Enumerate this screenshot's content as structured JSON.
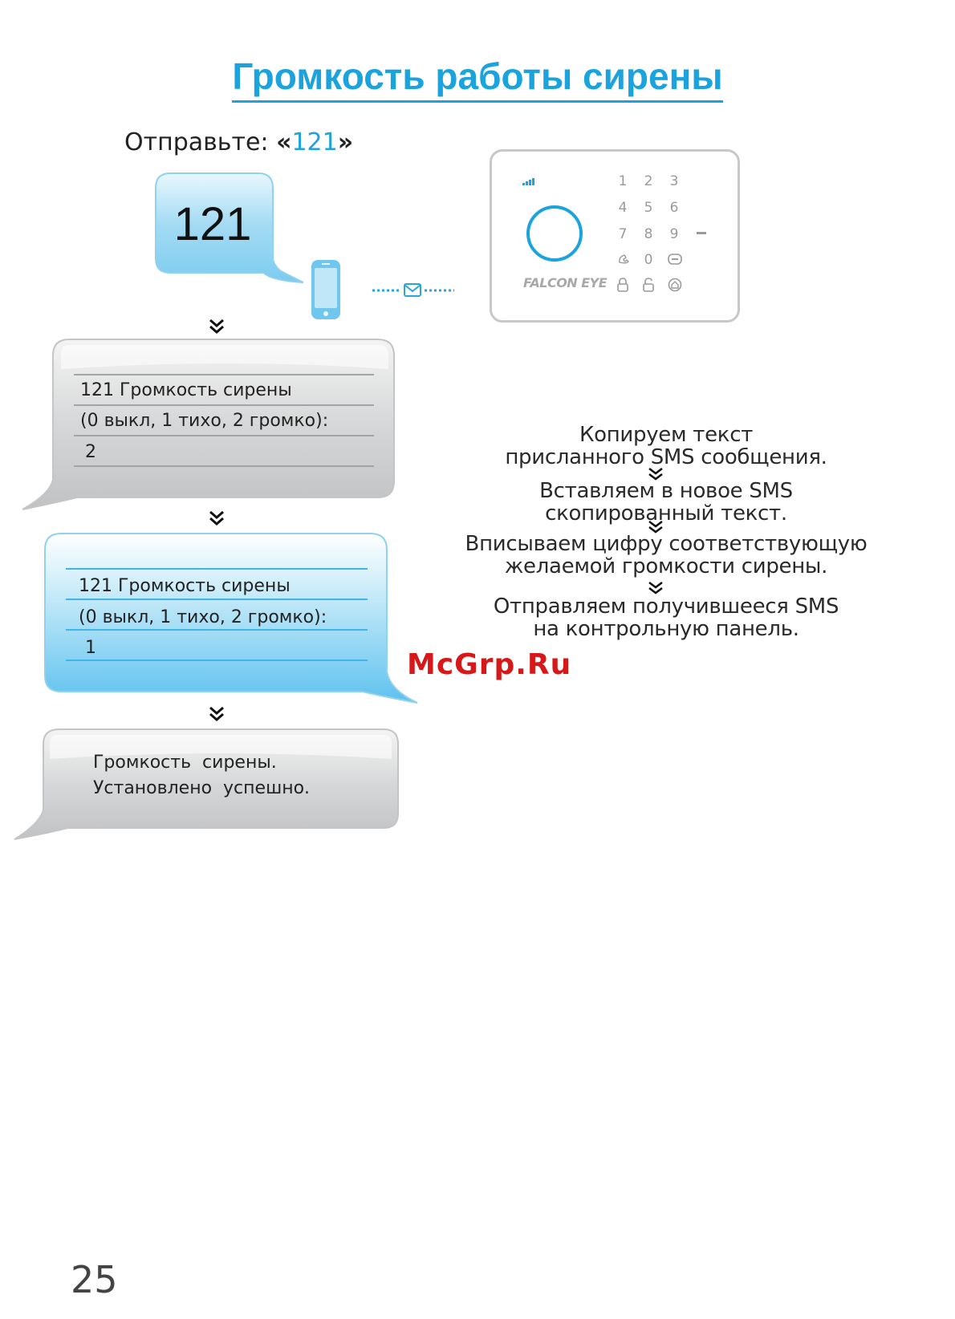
{
  "title": "Громкость работы сирены",
  "send": {
    "prefix": "Отправьте:",
    "open_quote": "«",
    "code": "121",
    "close_quote": "»"
  },
  "sms_bubble": {
    "text": "121"
  },
  "panel": {
    "brand": "FALCON EYE",
    "keys": [
      "1",
      "2",
      "3",
      "4",
      "5",
      "6",
      "7",
      "8",
      "9",
      "0"
    ],
    "icons": [
      "signal-icon",
      "ring-icon",
      "phone-icon",
      "sos-icon",
      "lock-icon",
      "unlock-icon",
      "home-icon",
      "dash-icon",
      "envelope-icon"
    ]
  },
  "reply_bubble": {
    "line1": "121 Громкость сирены",
    "line2": "(0 выкл, 1 тихо, 2 громко):",
    "line3": "2"
  },
  "edit_bubble": {
    "line1": "121 Громкость сирены",
    "line2": "(0 выкл, 1 тихо, 2 громко):",
    "line3": "1"
  },
  "confirm_bubble": {
    "line1": "Громкость  сирены.",
    "line2": "Установлено  успешно."
  },
  "instructions": [
    {
      "l1": "Копируем текст",
      "l2": "присланного SMS сообщения."
    },
    {
      "l1": "Вставляем в новое SMS",
      "l2": "скопированный текст."
    },
    {
      "l1": "Вписываем цифру соответствующую",
      "l2": "желаемой громкости сирены."
    },
    {
      "l1": "Отправляем получившееся SMS",
      "l2": "на контрольную панель."
    }
  ],
  "watermark": "McGrp.Ru",
  "page_number": "25",
  "colors": {
    "accent": "#1ba3de",
    "gray_bubble": "#d9dadb",
    "blue_bubble": "#bfe6f7"
  }
}
